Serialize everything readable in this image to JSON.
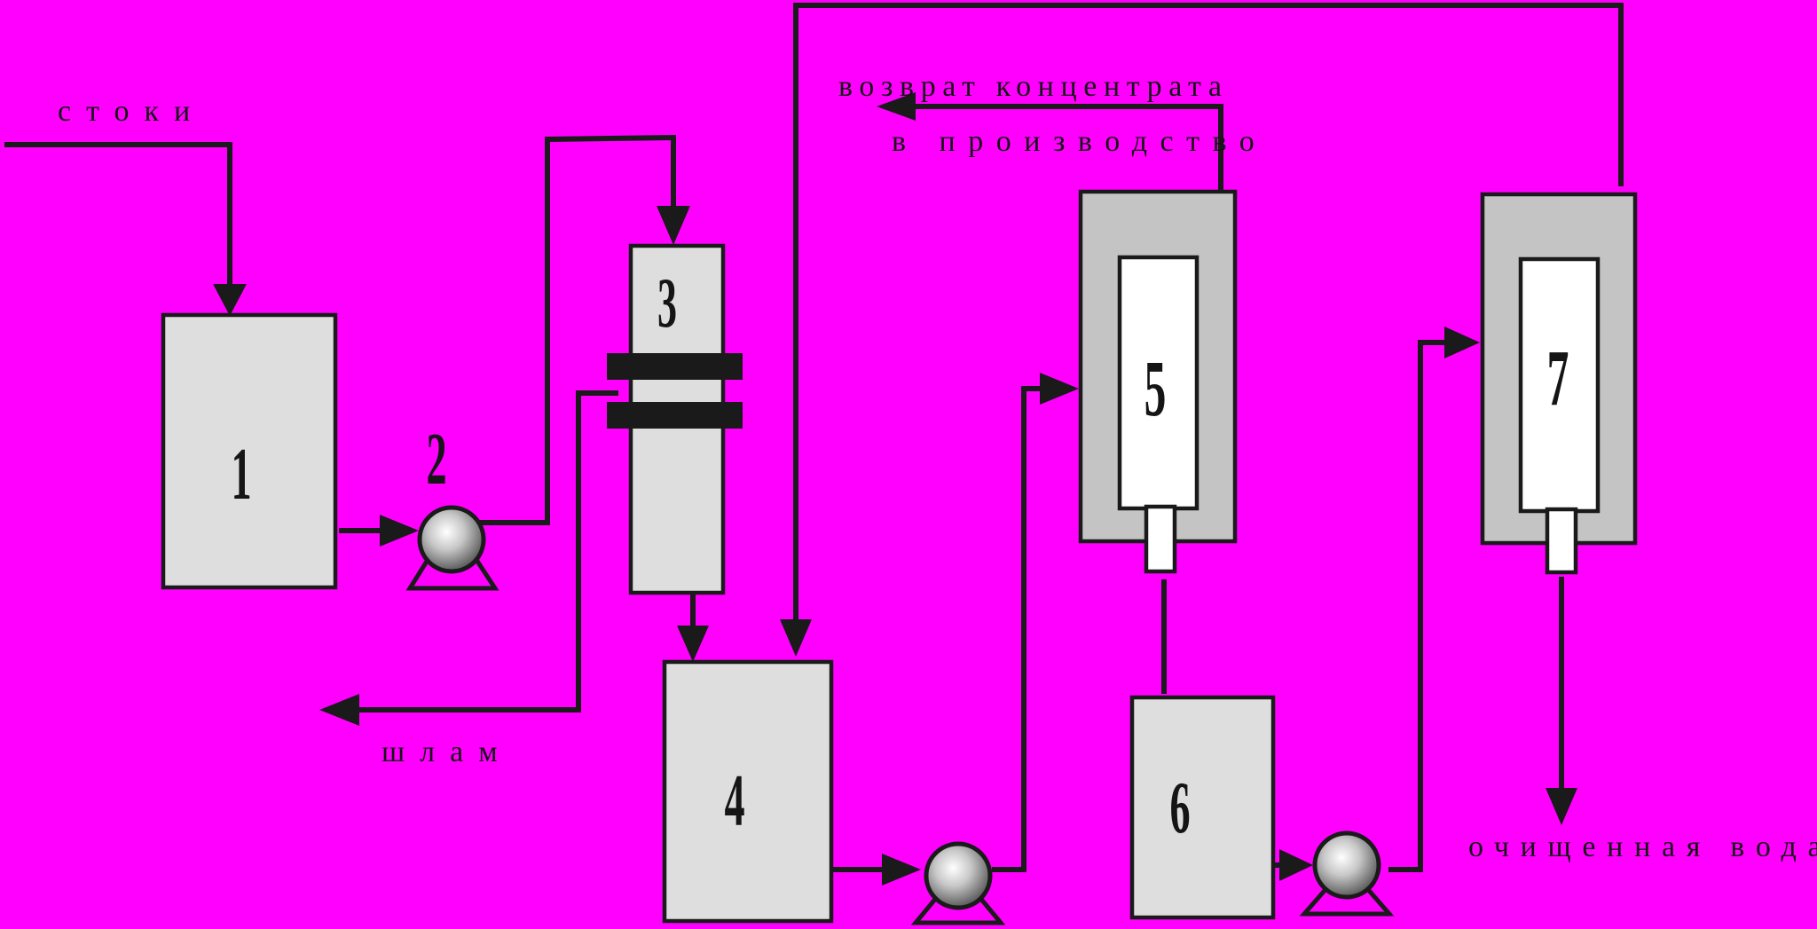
{
  "labels": {
    "inflow": "стоки",
    "sludge": "шлам",
    "concentrate_line1": "возврат концентрата",
    "concentrate_line2": "в производство",
    "clean_water": "очищенная вода"
  },
  "unit_numbers": {
    "unit1": "1",
    "pump2": "2",
    "unit3": "3",
    "unit4": "4",
    "unit5": "5",
    "unit6": "6",
    "unit7": "7"
  },
  "colors": {
    "background": "#ff00ff",
    "tank_fill": "#dedede",
    "membrane_outer": "#c4c4c4",
    "membrane_inner": "#ffffff",
    "line": "#1a1a1a"
  }
}
